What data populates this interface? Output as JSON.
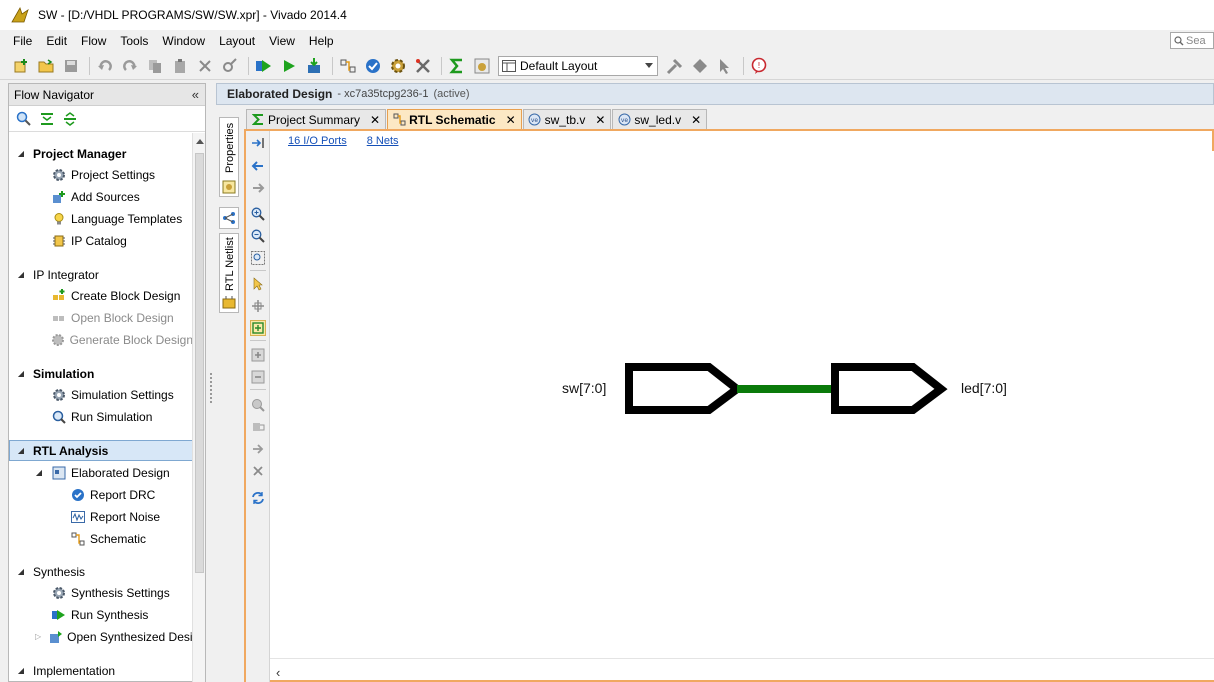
{
  "window": {
    "title": "SW - [D:/VHDL PROGRAMS/SW/SW.xpr] - Vivado 2014.4"
  },
  "menu": {
    "items": [
      "File",
      "Edit",
      "Flow",
      "Tools",
      "Window",
      "Layout",
      "View",
      "Help"
    ],
    "search_placeholder": "Sea"
  },
  "toolbar": {
    "layout_value": "Default Layout"
  },
  "flow_navigator": {
    "title": "Flow Navigator",
    "collapse_glyph": "«",
    "sections": {
      "project_manager": {
        "label": "Project Manager",
        "items": [
          "Project Settings",
          "Add Sources",
          "Language Templates",
          "IP Catalog"
        ]
      },
      "ip_integrator": {
        "label": "IP Integrator",
        "items": [
          "Create Block Design",
          "Open Block Design",
          "Generate Block Design"
        ]
      },
      "simulation": {
        "label": "Simulation",
        "items": [
          "Simulation Settings",
          "Run Simulation"
        ]
      },
      "rtl_analysis": {
        "label": "RTL Analysis",
        "elaborated": "Elaborated Design",
        "items": [
          "Report DRC",
          "Report Noise",
          "Schematic"
        ]
      },
      "synthesis": {
        "label": "Synthesis",
        "items": [
          "Synthesis Settings",
          "Run Synthesis",
          "Open Synthesized Design"
        ]
      },
      "implementation": {
        "label": "Implementation"
      }
    }
  },
  "view": {
    "title": "Elaborated Design",
    "part": "- xc7a35tcpg236-1",
    "state": "(active)",
    "side_tabs": [
      "Properties",
      "RTL Netlist"
    ],
    "tabs": [
      {
        "label": "Project Summary",
        "icon": "sigma-icon"
      },
      {
        "label": "RTL Schematic",
        "icon": "schematic-icon"
      },
      {
        "label": "sw_tb.v",
        "icon": "verilog-file-icon"
      },
      {
        "label": "sw_led.v",
        "icon": "verilog-file-icon"
      }
    ],
    "close_glyph": "✕",
    "links": {
      "io_ports": "16 I/O Ports",
      "nets": "8 Nets"
    }
  },
  "schematic": {
    "input_port": "sw[7:0]",
    "output_port": "led[7:0]",
    "colors": {
      "port_stroke": "#000000",
      "net": "#0a7a0a"
    }
  }
}
